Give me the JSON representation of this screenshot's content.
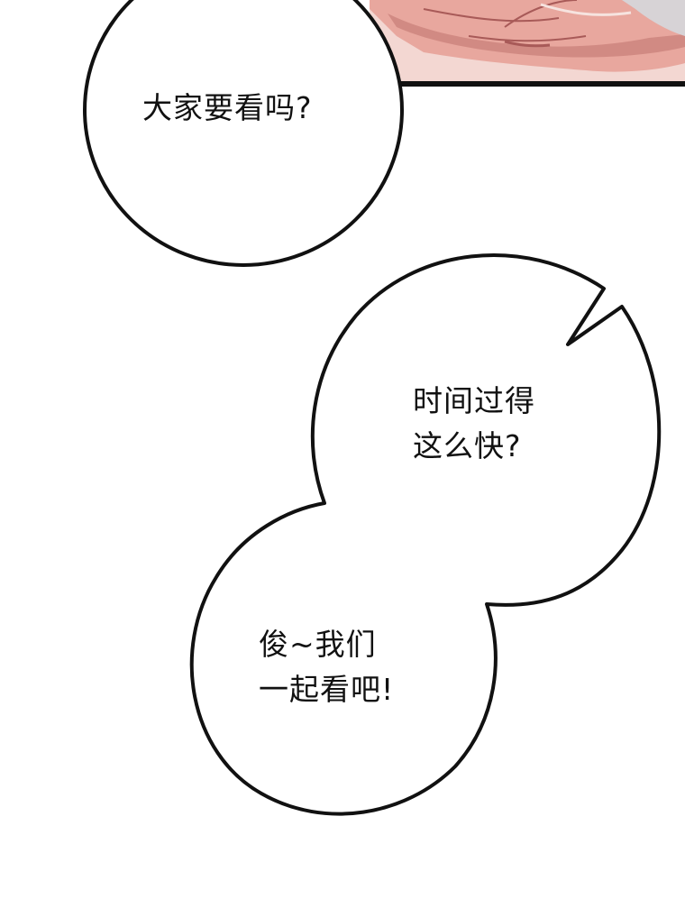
{
  "panel": {
    "image_description_icon": "manga-panel-hand-icon"
  },
  "colors": {
    "panel_skin": "#e8a79e",
    "panel_skin_shadow": "#c9807a",
    "panel_skin_dark": "#a85a58",
    "panel_light": "#f3d7d2",
    "panel_gray": "#d7d3d6",
    "outline": "#111111",
    "background": "#ffffff"
  },
  "bubbles": [
    {
      "lines": [
        "大家要看吗?"
      ]
    },
    {
      "lines": [
        "时间过得",
        "这么快?"
      ]
    },
    {
      "lines": [
        "俊~我们",
        "一起看吧!"
      ]
    }
  ]
}
